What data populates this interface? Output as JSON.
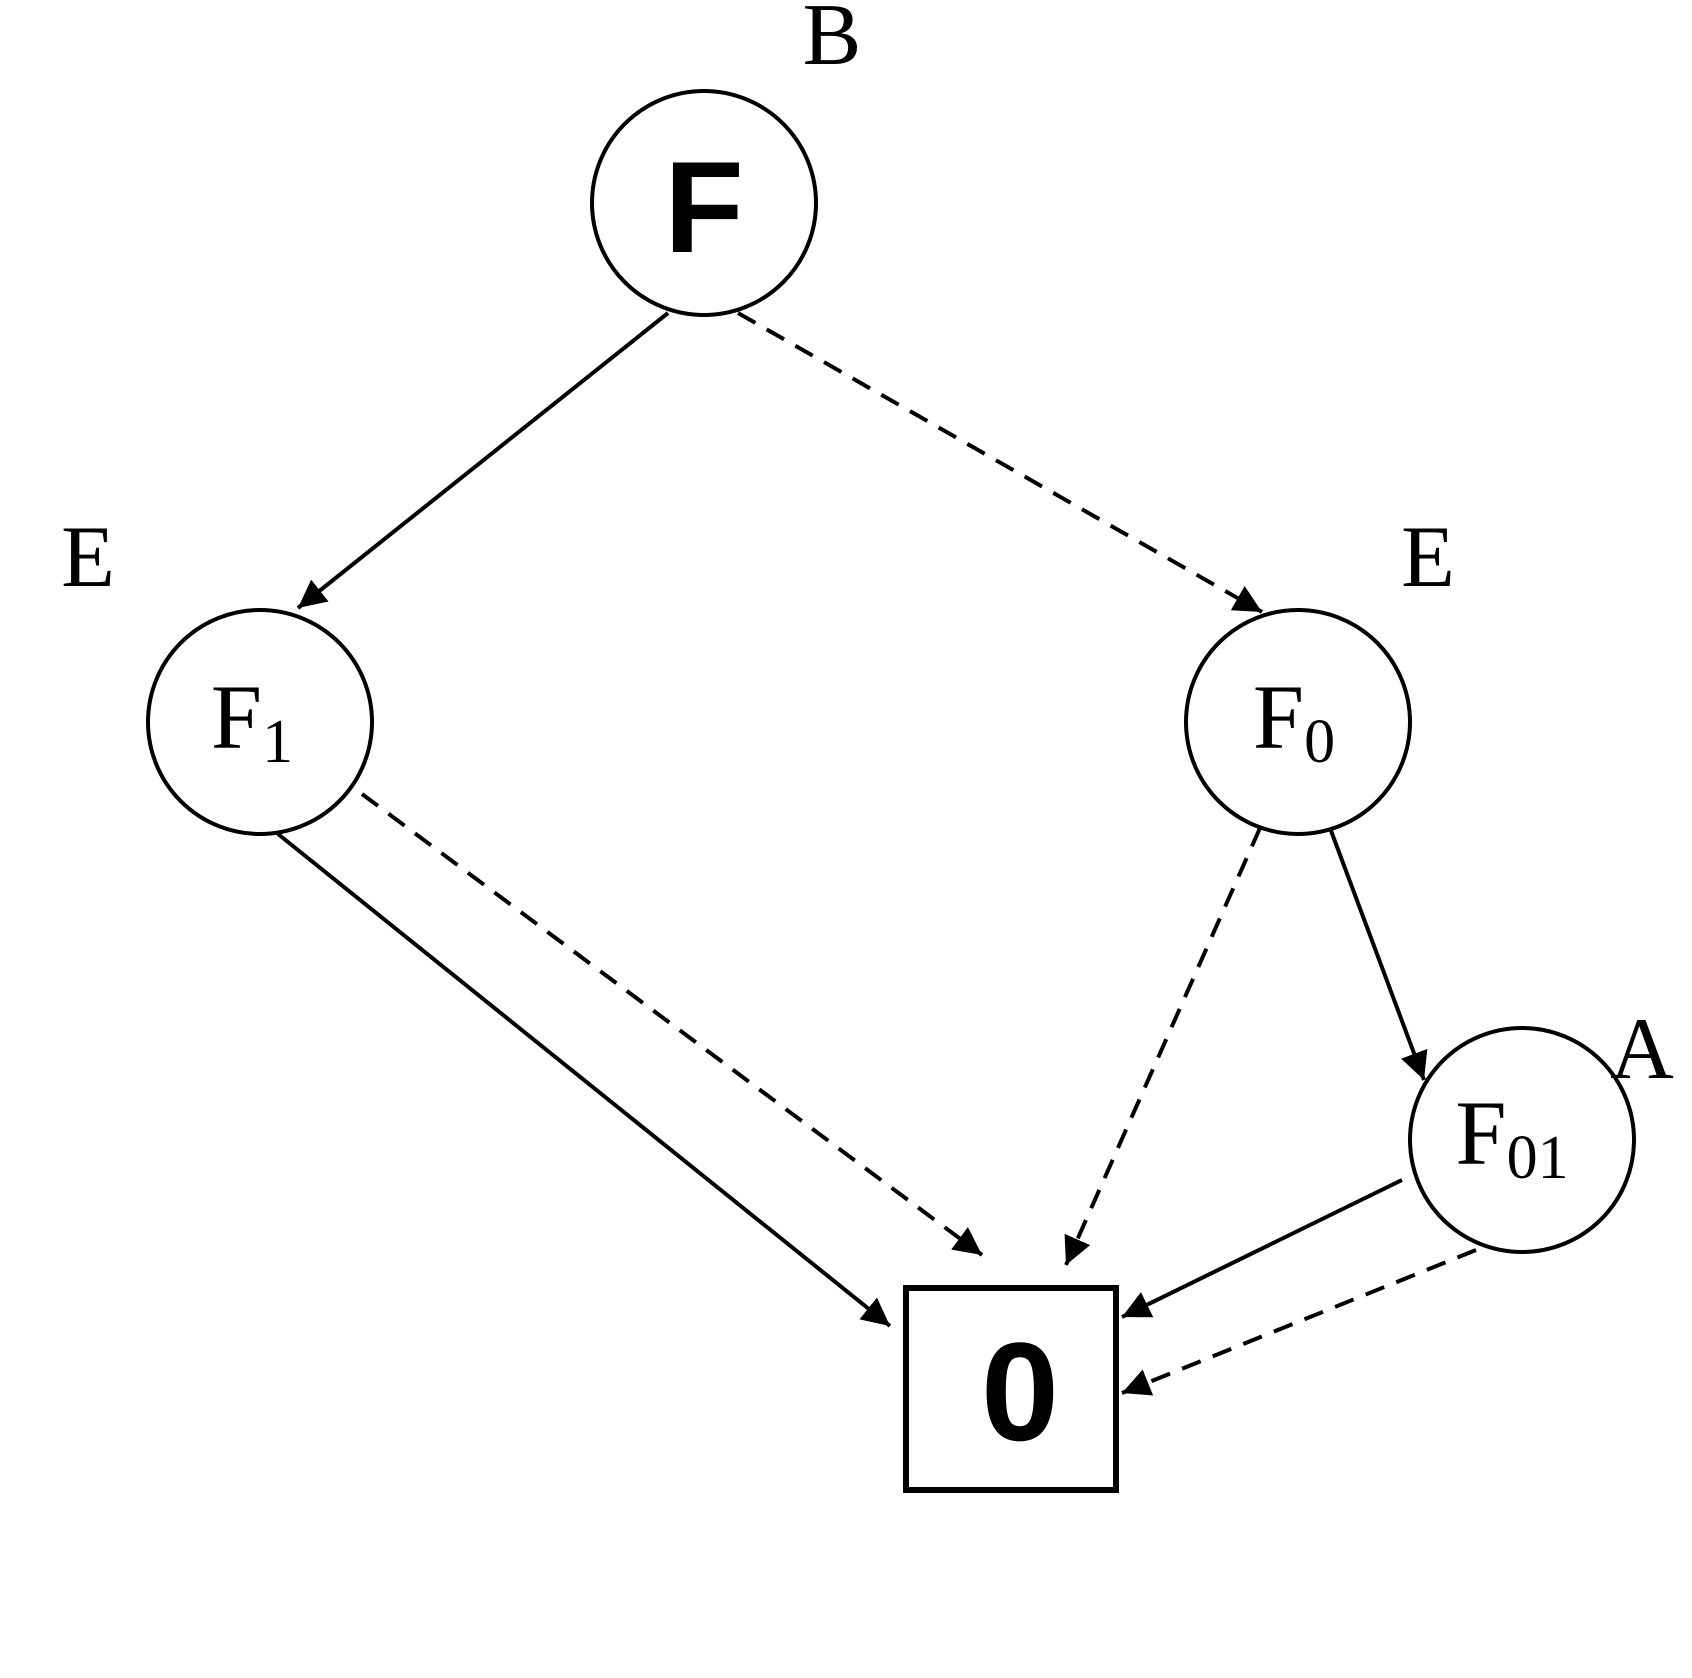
{
  "nodes": {
    "root": {
      "label": "F",
      "variable": "B"
    },
    "f1": {
      "label": "F",
      "subscript": "1",
      "variable": "E"
    },
    "f0": {
      "label": "F",
      "subscript": "0",
      "variable": "E"
    },
    "f01": {
      "label": "F",
      "subscript": "01",
      "variable": "A"
    },
    "terminal": {
      "label": "0"
    }
  },
  "edges": [
    {
      "from": "F",
      "to": "F1",
      "style": "solid"
    },
    {
      "from": "F",
      "to": "F0",
      "style": "dashed"
    },
    {
      "from": "F1",
      "to": "0",
      "style": "solid"
    },
    {
      "from": "F1",
      "to": "0",
      "style": "dashed"
    },
    {
      "from": "F0",
      "to": "F01",
      "style": "solid"
    },
    {
      "from": "F0",
      "to": "0",
      "style": "dashed"
    },
    {
      "from": "F01",
      "to": "0",
      "style": "solid"
    },
    {
      "from": "F01",
      "to": "0",
      "style": "dashed"
    }
  ]
}
